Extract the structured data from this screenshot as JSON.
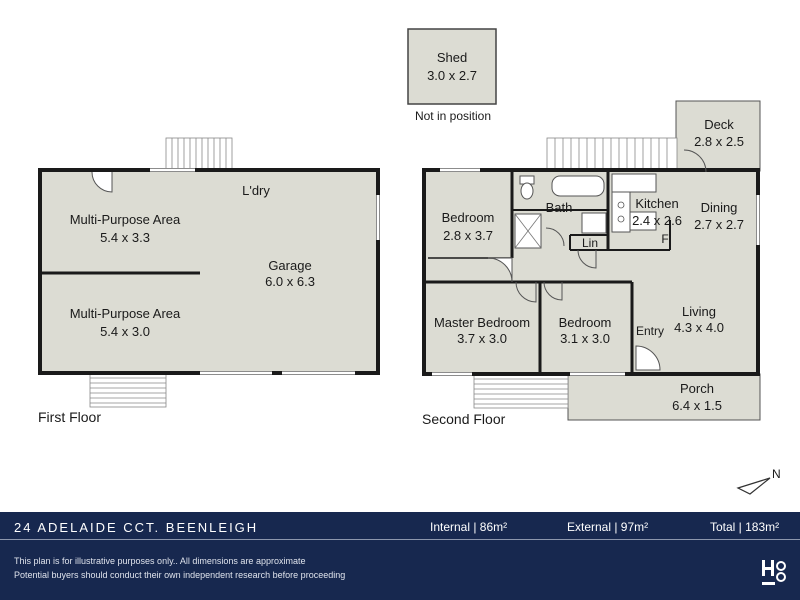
{
  "shed": {
    "name": "Shed",
    "dims": "3.0 x 2.7",
    "note": "Not in position"
  },
  "first_floor": {
    "label": "First Floor",
    "laundry": "L'dry",
    "rooms": [
      {
        "name": "Multi-Purpose Area",
        "dims": "5.4 x 3.3"
      },
      {
        "name": "Multi-Purpose Area",
        "dims": "5.4 x 3.0"
      },
      {
        "name": "Garage",
        "dims": "6.0 x 6.3"
      }
    ]
  },
  "second_floor": {
    "label": "Second Floor",
    "rooms": {
      "bedroom1": {
        "name": "Bedroom",
        "dims": "2.8 x 3.7"
      },
      "bath": {
        "name": "Bath"
      },
      "linen": {
        "name": "Lin"
      },
      "kitchen": {
        "name": "Kitchen",
        "dims": "2.4 x 2.6"
      },
      "fridge": {
        "name": "F"
      },
      "dining": {
        "name": "Dining",
        "dims": "2.7 x 2.7"
      },
      "deck": {
        "name": "Deck",
        "dims": "2.8 x 2.5"
      },
      "master": {
        "name": "Master Bedroom",
        "dims": "3.7 x 3.0"
      },
      "bedroom2": {
        "name": "Bedroom",
        "dims": "3.1 x 3.0"
      },
      "living": {
        "name": "Living",
        "dims": "4.3 x 4.0"
      },
      "entry": {
        "name": "Entry"
      },
      "porch": {
        "name": "Porch",
        "dims": "6.4 x 1.5"
      }
    }
  },
  "footer": {
    "address": "24 ADELAIDE CCT. BEENLEIGH",
    "internal": "Internal | 86m²",
    "external": "External | 97m²",
    "total": "Total | 183m²",
    "disclaimer1": "This plan is for illustrative purposes only.. All dimensions are approximate",
    "disclaimer2": "Potential buyers should conduct their own independent research before proceeding"
  },
  "compass": {
    "letter": "N"
  },
  "colors": {
    "floor_fill": "#dcdcd3",
    "wall": "#1a1a1a",
    "footer_bg": "#17284f"
  }
}
